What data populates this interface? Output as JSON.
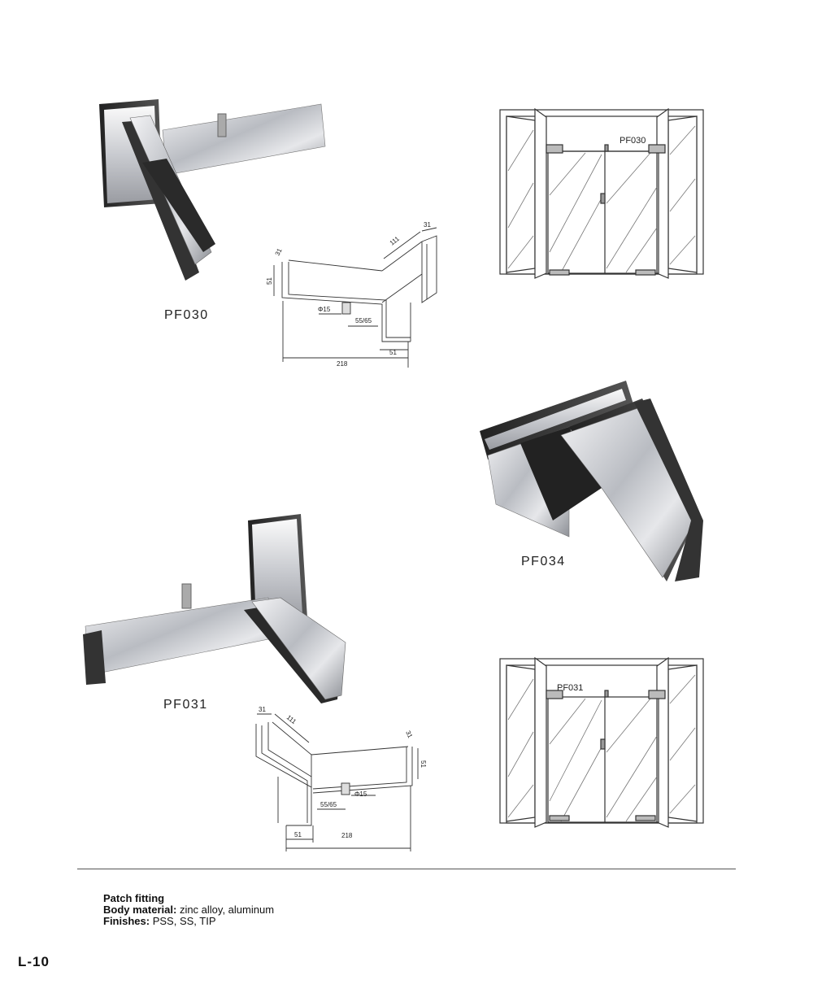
{
  "products": [
    {
      "code": "PF030"
    },
    {
      "code": "PF034"
    },
    {
      "code": "PF031"
    }
  ],
  "door_diagrams": [
    {
      "label": "PF030"
    },
    {
      "label": "PF031"
    }
  ],
  "drawings": {
    "pf030": {
      "d_31_left": "31",
      "d_51_left": "51",
      "d_111": "111",
      "d_31_right": "31",
      "d_phi15": "Φ15",
      "d_55_65": "55/65",
      "d_51_bottom": "51",
      "d_218": "218"
    },
    "pf031": {
      "d_31_left": "31",
      "d_111": "111",
      "d_31_right": "31",
      "d_51_right": "51",
      "d_phi15": "Φ15",
      "d_55_65": "55/65",
      "d_51_bottom": "51",
      "d_218": "218"
    }
  },
  "specs": {
    "title": "Patch fitting",
    "body_label": "Body material:",
    "body_value": "zinc alloy, aluminum",
    "finish_label": "Finishes:",
    "finish_value": "PSS, SS, TIP"
  },
  "page_number": "L-10"
}
